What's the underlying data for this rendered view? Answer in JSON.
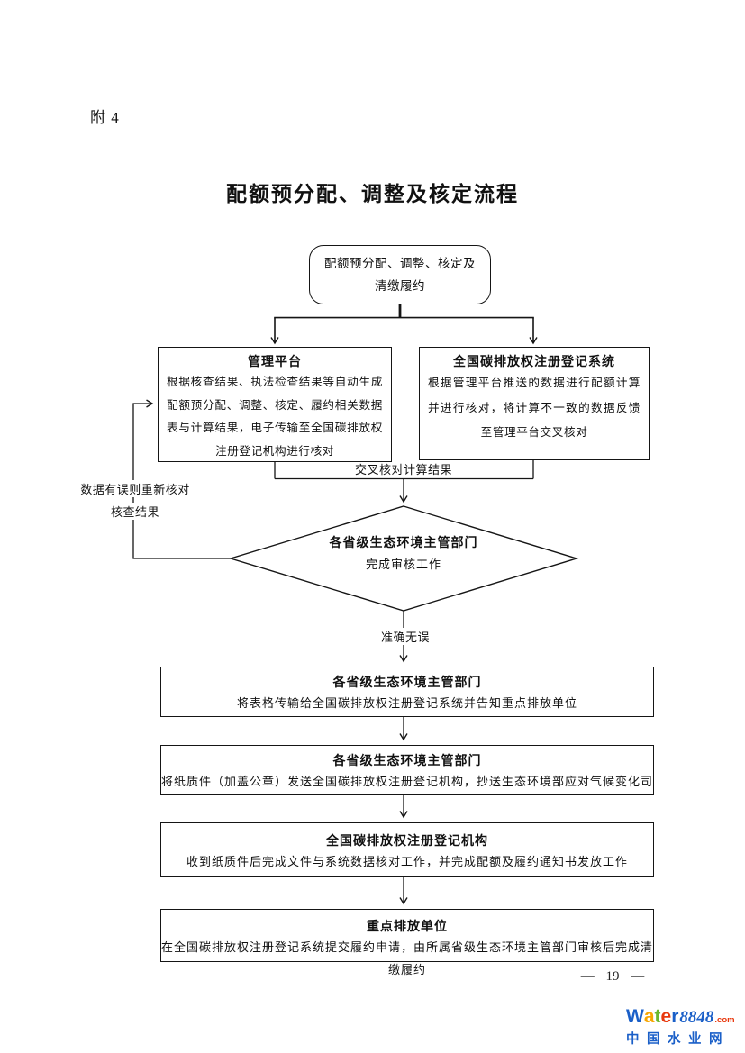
{
  "page": {
    "annex_label": "附 4",
    "title": "配额预分配、调整及核定流程",
    "page_number": "— 19 —"
  },
  "flowchart": {
    "start": {
      "text": "配额预分配、调整、核定及清缴履约"
    },
    "management_platform": {
      "title": "管理平台",
      "body": "根据核查结果、执法检查结果等自动生成配额预分配、调整、核定、履约相关数据表与计算结果，电子传输至全国碳排放权注册登记机构进行核对"
    },
    "registry_system": {
      "title": "全国碳排放权注册登记系统",
      "body": "根据管理平台推送的数据进行配额计算并进行核对，将计算不一致的数据反馈至管理平台交叉核对"
    },
    "edge_labels": {
      "cross_check": "交叉核对计算结果",
      "feedback_line1": "数据有误则重新核对",
      "feedback_line2": "核查结果",
      "accurate": "准确无误"
    },
    "decision": {
      "title": "各省级生态环境主管部门",
      "body": "完成审核工作"
    },
    "provincial_transfer": {
      "title": "各省级生态环境主管部门",
      "body": "将表格传输给全国碳排放权注册登记系统并告知重点排放单位"
    },
    "provincial_paper": {
      "title": "各省级生态环境主管部门",
      "body": "将纸质件（加盖公章）发送全国碳排放权注册登记机构，抄送生态环境部应对气候变化司"
    },
    "registry_agency": {
      "title": "全国碳排放权注册登记机构",
      "body": "收到纸质件后完成文件与系统数据核对工作，并完成配额及履约通知书发放工作"
    },
    "key_emitter": {
      "title": "重点排放单位",
      "body": "在全国碳排放权注册登记系统提交履约申请，由所属省级生态环境主管部门审核后完成清缴履约"
    },
    "line_color": "#151515"
  },
  "watermark": {
    "brand_letters": [
      {
        "ch": "W",
        "color": "#1a5fc8"
      },
      {
        "ch": "a",
        "color": "#f7a600"
      },
      {
        "ch": "t",
        "color": "#6ab82e"
      },
      {
        "ch": "e",
        "color": "#e8380d"
      },
      {
        "ch": "r",
        "color": "#1a5fc8"
      }
    ],
    "brand_suffix": "8848",
    "brand_tld": ".com",
    "cn_name": "中国水业网",
    "colors": {
      "suffix": "#1a5fc8",
      "tld": "#e8380d",
      "cn": "#1a5fc8"
    }
  }
}
